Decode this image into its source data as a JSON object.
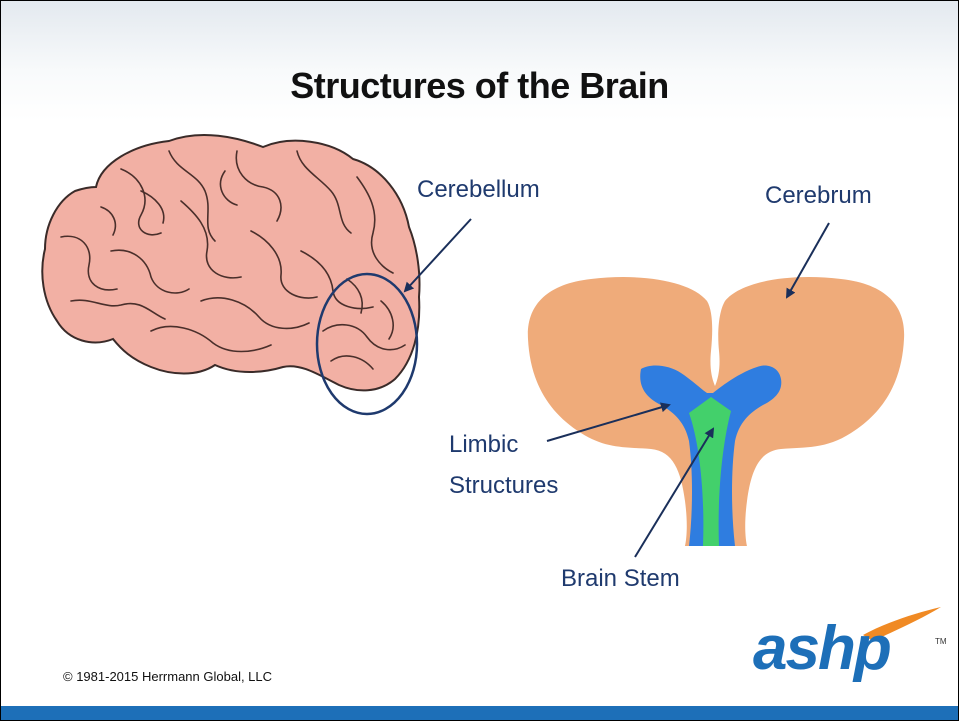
{
  "slide": {
    "title": "Structures of the Brain",
    "labels": {
      "cerebellum": "Cerebellum",
      "cerebrum": "Cerebrum",
      "limbic_line1": "Limbic",
      "limbic_line2": "Structures",
      "brain_stem": "Brain Stem"
    },
    "copyright": "© 1981-2015 Herrmann Global, LLC",
    "logo": {
      "text": "ashp",
      "tm": "TM"
    }
  },
  "colors": {
    "label_text": "#1f3a6e",
    "brain_pink": "#f2b0a4",
    "cerebrum_orange": "#efab7a",
    "limbic_blue": "#2f7de0",
    "brainstem_green": "#43d06b",
    "footer_blue": "#1d6fb8",
    "logo_orange": "#f08a24"
  }
}
